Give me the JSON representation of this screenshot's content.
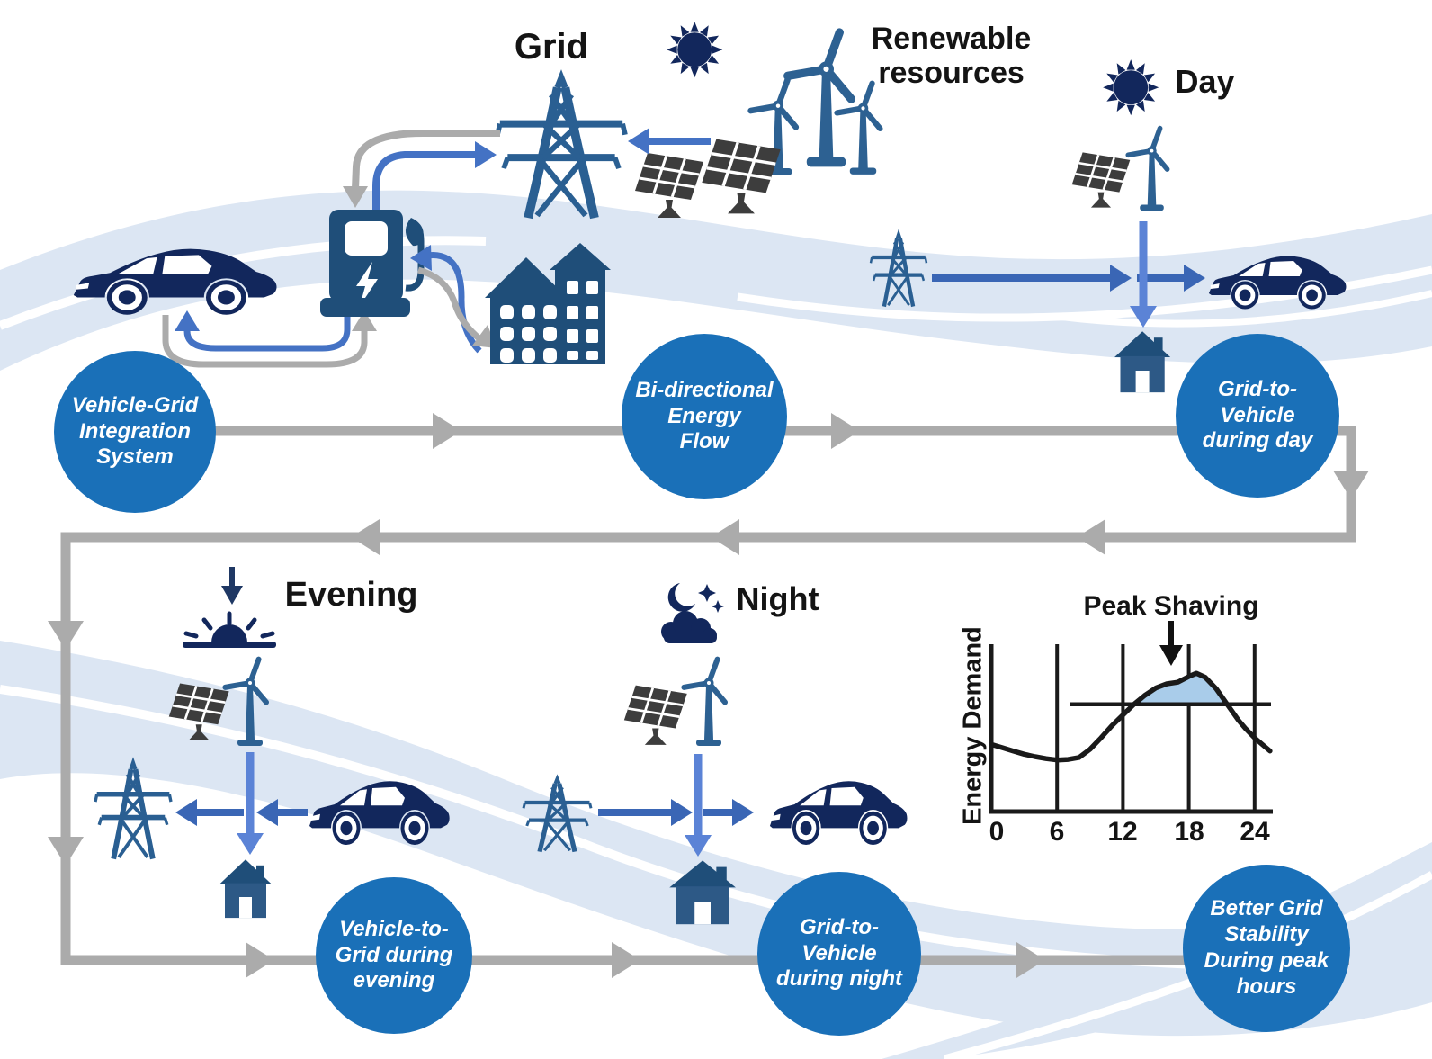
{
  "labels": {
    "grid": "Grid",
    "renewable": "Renewable\nresources",
    "day": "Day",
    "evening": "Evening",
    "night": "Night"
  },
  "circles": {
    "c1": "Vehicle-Grid\nIntegration\nSystem",
    "c2": "Bi-directional\nEnergy\nFlow",
    "c3": "Grid-to-\nVehicle\nduring day",
    "c4": "Vehicle-to-\nGrid during\nevening",
    "c5": "Grid-to-\nVehicle\nduring night",
    "c6": "Better Grid\nStability\nDuring peak\nhours"
  },
  "colors": {
    "circle_blue": "#1A70B8",
    "flow_gray": "#ABABAB",
    "arrow_blue": "#4472C4",
    "arrow_blue_light": "#5B83D6",
    "arrow_blue_dark": "#3A66B5",
    "navy": "#12275C",
    "steel_blue": "#1F4E79",
    "tower_blue": "#2A5F92",
    "solar_gray": "#3D3D3D",
    "band_blue": "#DCE6F3",
    "shade_blue": "#A9CCEA"
  },
  "chart_data": {
    "type": "line",
    "title": "Peak Shaving",
    "ylabel": "Energy Demand",
    "xlabel": "",
    "x_ticks": [
      0,
      6,
      12,
      18,
      24
    ],
    "x_tick_labels": [
      "0",
      "6",
      "12",
      "18",
      "24"
    ],
    "x_range": [
      0,
      25.5
    ],
    "y_range": [
      0,
      100
    ],
    "grid": "vertical lines at hour ticks",
    "legend": "none",
    "shave_level": 65.5,
    "shaded_region": {
      "from_hour": 13,
      "to_hour": 21.5,
      "between": "curve and shave line"
    },
    "annotation": {
      "text": "Peak Shaving",
      "arrow_at_hour": 16.4
    },
    "series": [
      {
        "name": "Energy Demand",
        "x": [
          0,
          1,
          2,
          3,
          4,
          5,
          6,
          7,
          8,
          9,
          10,
          11,
          12,
          13,
          14,
          15,
          16,
          17,
          18,
          18.7,
          19.5,
          20.5,
          21.5,
          22.5,
          23.2,
          24,
          24.7,
          25.4
        ],
        "y": [
          41,
          39,
          37,
          35,
          33.5,
          32.3,
          31.5,
          31.8,
          33,
          38,
          45,
          52.5,
          59,
          65.5,
          71,
          75.5,
          78,
          79,
          82.5,
          84.5,
          82,
          75,
          65.5,
          56,
          50.5,
          45,
          41,
          37
        ]
      }
    ]
  }
}
